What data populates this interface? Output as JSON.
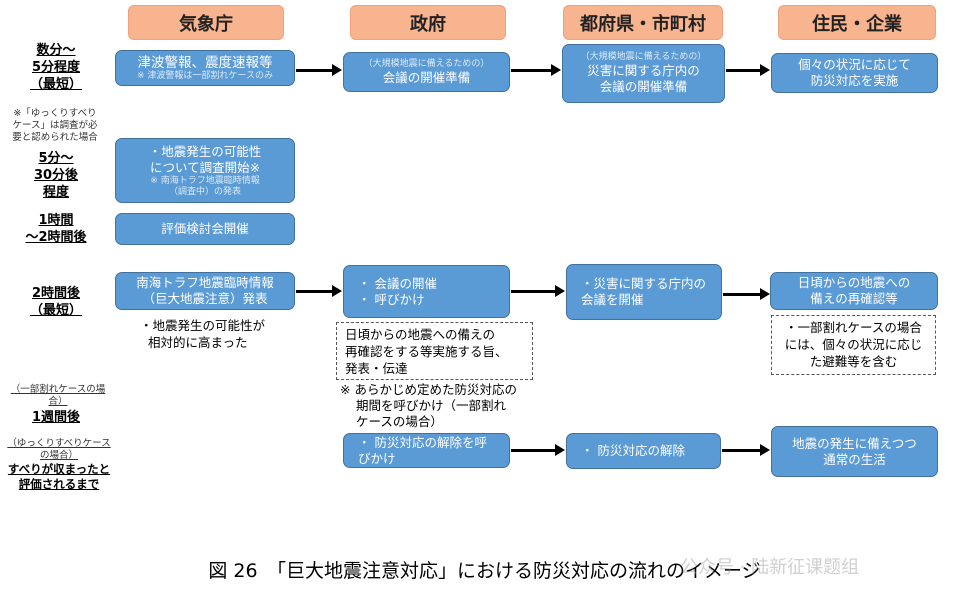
{
  "headers": [
    "気象庁",
    "政府",
    "都府県・市町村",
    "住民・企業"
  ],
  "timeline": {
    "t1": [
      "数分〜",
      "5分程度",
      "（最短）"
    ],
    "t1_note": [
      "※「ゆっくりすべり",
      "ケース」は調査が必",
      "要と認められた場合"
    ],
    "t2": [
      "5分〜",
      "30分後",
      "程度"
    ],
    "t3": [
      "1時間",
      "〜2時間後"
    ],
    "t4": [
      "2時間後",
      "（最短）"
    ],
    "t5_note": "（一部割れケースの場合）",
    "t5": "1週間後",
    "t6_note": "（ゆっくりすべりケースの場合）",
    "t6": [
      "すべりが収まったと",
      "評価されるまで"
    ]
  },
  "row1": {
    "jma_title": "津波警報、震度速報等",
    "jma_note": "※ 津波警報は一部割れケースのみ",
    "gov_note": "（大規模地震に備えるための）",
    "gov_title": "会議の開催準備",
    "pref_note": "（大規模地震に備えるための）",
    "pref_title": [
      "災害に関する庁内の",
      "会議の開催準備"
    ],
    "res_title": [
      "個々の状況に応じて",
      "防災対応を実施"
    ]
  },
  "row2": {
    "title": [
      "・地震発生の可能性",
      "について調査開始※"
    ],
    "note": [
      "※ 南海トラフ地震臨時情報",
      "（調査中）の発表"
    ]
  },
  "row3": {
    "title": "評価検討会開催"
  },
  "row4": {
    "jma_title": [
      "南海トラフ地震臨時情報",
      "（巨大地震注意）発表"
    ],
    "jma_sub": [
      "・地震発生の可能性が",
      "相対的に高まった"
    ],
    "gov_items": [
      "・ 会議の開催",
      "・ 呼びかけ"
    ],
    "gov_dashed": [
      "日頃からの地震への備えの",
      "再確認をする等実施する旨、",
      "発表・伝達"
    ],
    "gov_note": [
      "※ あらかじめ定めた防災対応の",
      "期間を呼びかけ（一部割れ",
      "ケースの場合）"
    ],
    "pref_title": [
      "・災害に関する庁内の",
      "会議を開催"
    ],
    "res_title": [
      "日頃からの地震への",
      "備えの再確認等"
    ],
    "res_dashed": [
      "・一部割れケースの場合",
      "には、個々の状況に応じ",
      "た避難等を含む"
    ]
  },
  "row5": {
    "gov_title": [
      "・ 防災対応の解除を呼",
      "びかけ"
    ],
    "pref_title": "・ 防災対応の解除",
    "res_title": [
      "地震の発生に備えつつ",
      "通常の生活"
    ]
  },
  "caption": "図 26　「巨大地震注意対応」における防災対応の流れのイメージ",
  "watermark": "公众号 · 陆新征课题组",
  "colors": {
    "header": "#f8b48f",
    "box": "#5b9bd5",
    "box_border": "#41719c"
  }
}
